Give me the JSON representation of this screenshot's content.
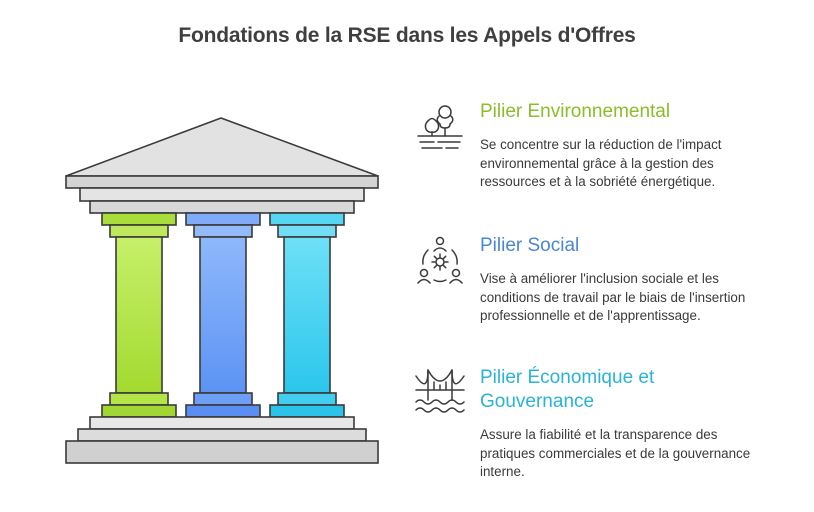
{
  "title": "Fondations de la RSE dans les Appels d'Offres",
  "pillars": [
    {
      "heading": "Pilier Environnemental",
      "description": "Se concentre sur la réduction de l'impact environnemental grâce à la gestion des ressources et à la sobriété énergétique.",
      "icon": "trees-landscape-icon",
      "color": "#8bbd2a"
    },
    {
      "heading": "Pilier Social",
      "description": "Vise à améliorer l'inclusion sociale et les conditions de travail par le biais de l'insertion professionnelle et de l'apprentissage.",
      "icon": "people-gear-icon",
      "color": "#4a86d4"
    },
    {
      "heading": "Pilier Économique et Gouvernance",
      "description": "Assure la fiabilité et la transparence des pratiques commerciales et de la gouvernance interne.",
      "icon": "bridge-water-icon",
      "color": "#2bb3d6"
    }
  ],
  "column_colors": {
    "green": "#a8dd3a",
    "blue": "#6b9ff7",
    "cyan": "#3fcfee",
    "stone": "#d9d9d9"
  }
}
